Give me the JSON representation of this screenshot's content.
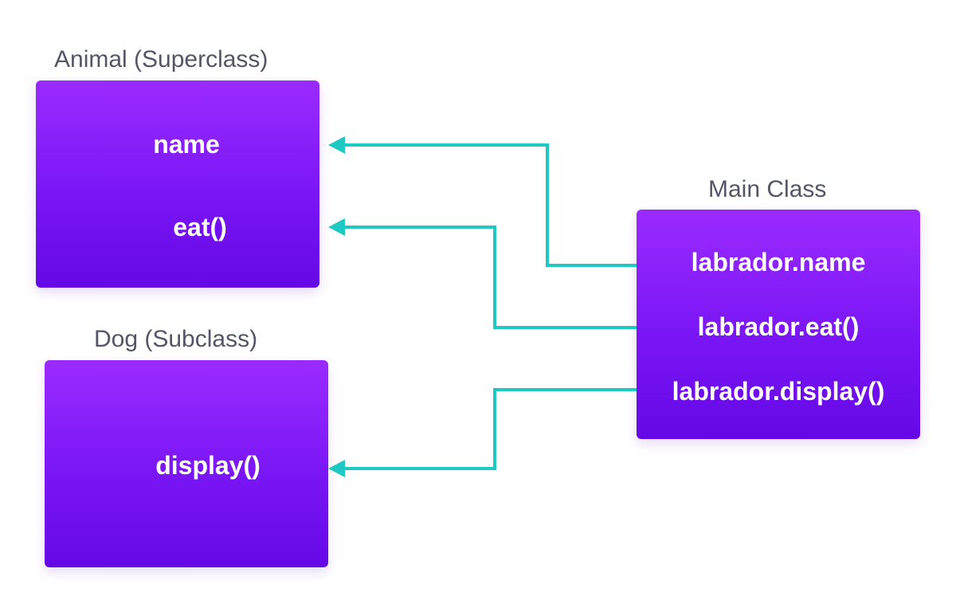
{
  "colors": {
    "box_top": "#9a2bff",
    "box_bottom": "#6508e6",
    "connector": "#1ec9c4",
    "title_text": "#55556a",
    "member_text": "#ffffff"
  },
  "animal": {
    "title": "Animal (Superclass)",
    "members": [
      "name",
      "eat()"
    ]
  },
  "dog": {
    "title": "Dog (Subclass)",
    "members": [
      "display()"
    ]
  },
  "main": {
    "title": "Main Class",
    "members": [
      "labrador.name",
      "labrador.eat()",
      "labrador.display()"
    ]
  }
}
